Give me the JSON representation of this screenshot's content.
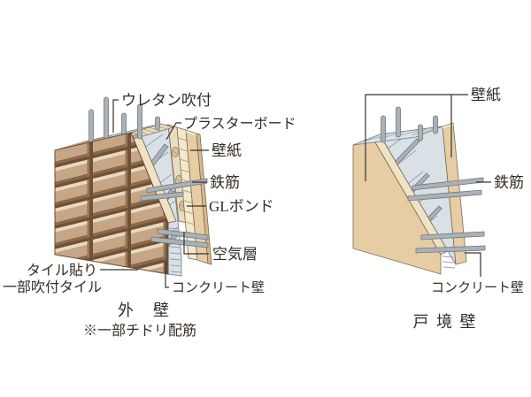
{
  "figure": {
    "description": "wall construction cutaway diagrams"
  },
  "left_diagram": {
    "labels": {
      "urethane": "ウレタン吹付",
      "plasterboard": "プラスターボード",
      "wallpaper": "壁紙",
      "rebar": "鉄筋",
      "gl_bond": "GLボンド",
      "air_layer": "空気層",
      "concrete_wall": "コンクリート壁",
      "tile": "タイル貼り",
      "spray_tile": "一部吹付タイル"
    },
    "title": "外　壁",
    "note": "※一部チドリ配筋"
  },
  "right_diagram": {
    "labels": {
      "wallpaper": "壁紙",
      "rebar": "鉄筋",
      "concrete_wall": "コンクリート壁"
    },
    "title": "戸 境 壁"
  },
  "colors": {
    "background": "#ffffff",
    "tile_face": "#c5a687",
    "tile_top": "#ead9c0",
    "tile_side": "#8d6848",
    "tile_seam": "#6f5138",
    "tile_outline": "#6b4c34",
    "concrete": "#d9e1e7",
    "concrete_top": "#dce3e9",
    "concrete_edge": "#6b7684",
    "bevel": "#f0e2c4",
    "urethane": "#e9dcc2",
    "stripe": "#b99e72",
    "plasterboard": "#f3e9cd",
    "wallpaper_tan": "#e6cda4",
    "wallpaper_deep": "#d9b98c",
    "rebar": "#aab1b7",
    "leader": "#3a332d",
    "text": "#352d25"
  }
}
